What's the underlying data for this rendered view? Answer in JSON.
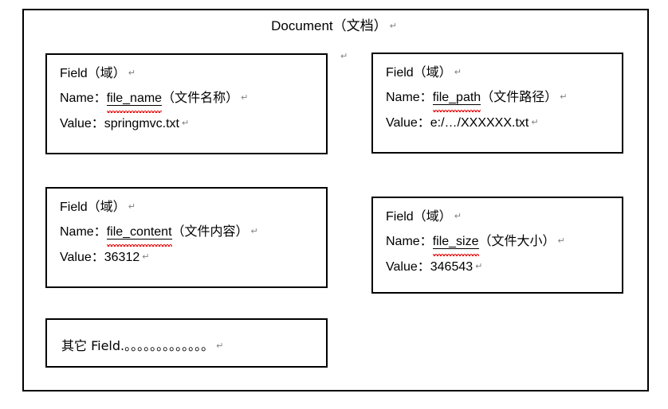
{
  "document": {
    "title": "Document（文档）",
    "paragraph_mark": "↵"
  },
  "labels": {
    "field": "Field（域）",
    "name": "Name：",
    "value": "Value："
  },
  "fields": [
    {
      "box_title": "Field（域）",
      "name_label": "Name：",
      "name_identifier": "file_name",
      "name_translation": "（文件名称）",
      "value_label": "Value：",
      "value": "springmvc.txt",
      "spellcheck_error": true
    },
    {
      "box_title": "Field（域）",
      "name_label": "Name：",
      "name_identifier": "file_path",
      "name_translation": "（文件路径）",
      "value_label": "Value：",
      "value": "e:/…/XXXXXX.txt",
      "spellcheck_error": true
    },
    {
      "box_title": "Field（域）",
      "name_label": "Name：",
      "name_identifier": "file_content",
      "name_translation": "（文件内容）",
      "value_label": "Value：",
      "value": "36312",
      "spellcheck_error": true
    },
    {
      "box_title": "Field（域）",
      "name_label": "Name：",
      "name_identifier": "file_size",
      "name_translation": "（文件大小）",
      "value_label": "Value：",
      "value": "346543",
      "spellcheck_error": true
    }
  ],
  "other_fields": {
    "text": "其它 Field.",
    "dots": "。。。。。。。。。。。。。"
  },
  "colors": {
    "border": "#000000",
    "text": "#000000",
    "spellcheck_underline": "#e8191b",
    "paragraph_mark": "#808080",
    "background": "#ffffff"
  }
}
